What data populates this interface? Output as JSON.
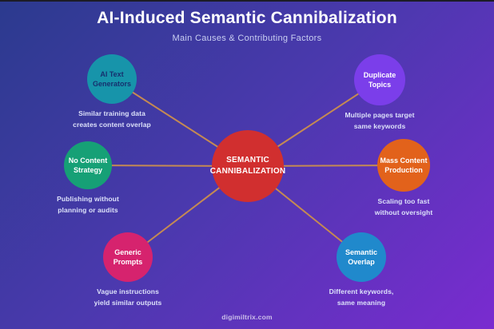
{
  "header": {
    "title": "AI-Induced Semantic Cannibalization",
    "subtitle": "Main Causes & Contributing Factors"
  },
  "center_node": {
    "label": "SEMANTIC\nCANNIBALIZATION",
    "color": "#d12f2f",
    "text_color": "#ffffff"
  },
  "nodes": [
    {
      "label": "AI Text\nGenerators",
      "caption": "Similar training data\ncreates content overlap",
      "color": "#1794aa",
      "text_color": "#16306e"
    },
    {
      "label": "Duplicate\nTopics",
      "caption": "Multiple pages target\nsame keywords",
      "color": "#7b3eea",
      "text_color": "#ffffff"
    },
    {
      "label": "No Content\nStrategy",
      "caption": "Publishing without\nplanning or audits",
      "color": "#16a076",
      "text_color": "#ffffff"
    },
    {
      "label": "Mass Content\nProduction",
      "caption": "Scaling too fast\nwithout oversight",
      "color": "#e2621b",
      "text_color": "#ffffff"
    },
    {
      "label": "Generic\nPrompts",
      "caption": "Vague instructions\nyield similar outputs",
      "color": "#d6236e",
      "text_color": "#ffffff"
    },
    {
      "label": "Semantic\nOverlap",
      "caption": "Different keywords,\nsame meaning",
      "color": "#2089cc",
      "text_color": "#ffffff"
    }
  ],
  "footer": {
    "site": "digimiltrix.com"
  },
  "colors": {
    "connector": "#c58a52",
    "background_start": "#2b3a8e",
    "background_end": "#7a2bd0",
    "caption_text": "#dde2fa"
  }
}
